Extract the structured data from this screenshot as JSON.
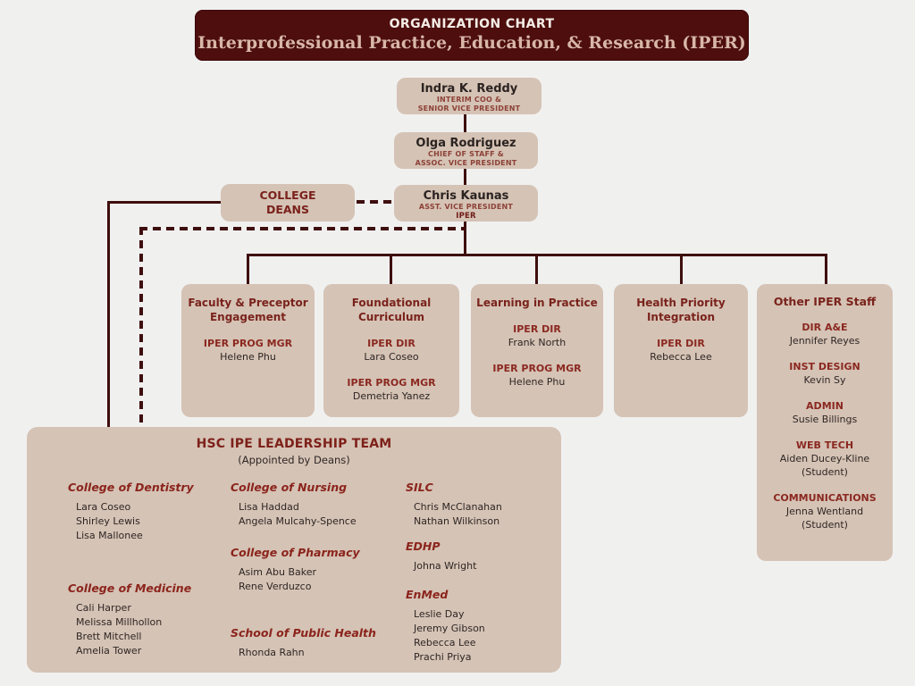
{
  "header": {
    "title": "ORGANIZATION CHART",
    "subtitle": "Interprofessional Practice, Education, & Research (IPER)"
  },
  "top_chain": [
    {
      "name": "Indra K. Reddy",
      "subs": [
        "INTERIM COO &",
        "SENIOR VICE PRESIDENT"
      ]
    },
    {
      "name": "Olga Rodriguez",
      "subs": [
        "CHIEF OF STAFF &",
        "ASSOC. VICE PRESIDENT"
      ]
    },
    {
      "name": "Chris Kaunas",
      "subs": [
        "ASST. VICE PRESIDENT",
        "IPER"
      ]
    }
  ],
  "college_deans": {
    "lines": [
      "COLLEGE",
      "DEANS"
    ]
  },
  "departments": [
    {
      "title": "Faculty & Preceptor Engagement",
      "roles": [
        {
          "role": "IPER PROG MGR",
          "names": [
            "Helene Phu"
          ]
        }
      ]
    },
    {
      "title": "Foundational Curriculum",
      "roles": [
        {
          "role": "IPER DIR",
          "names": [
            "Lara Coseo"
          ]
        },
        {
          "role": "IPER PROG MGR",
          "names": [
            "Demetria Yanez"
          ]
        }
      ]
    },
    {
      "title": "Learning in Practice",
      "roles": [
        {
          "role": "IPER DIR",
          "names": [
            "Frank North"
          ]
        },
        {
          "role": "IPER PROG MGR",
          "names": [
            "Helene Phu"
          ]
        }
      ]
    },
    {
      "title": "Health Priority Integration",
      "roles": [
        {
          "role": "IPER DIR",
          "names": [
            "Rebecca Lee"
          ]
        }
      ]
    }
  ],
  "other_staff": {
    "title": "Other IPER Staff",
    "roles": [
      {
        "role": "DIR A&E",
        "names": [
          "Jennifer Reyes"
        ]
      },
      {
        "role": "INST DESIGN",
        "names": [
          "Kevin Sy"
        ]
      },
      {
        "role": "ADMIN",
        "names": [
          "Susie Billings"
        ]
      },
      {
        "role": "WEB TECH",
        "names": [
          "Aiden Ducey-Kline",
          "(Student)"
        ]
      },
      {
        "role": "COMMUNICATIONS",
        "names": [
          "Jenna Wentland",
          "(Student)"
        ]
      }
    ]
  },
  "leadership_team": {
    "title": "HSC IPE LEADERSHIP TEAM",
    "subtitle": "(Appointed by Deans)",
    "columns": [
      [
        {
          "group": "College of Dentistry",
          "names": [
            "Lara Coseo",
            "Shirley Lewis",
            "Lisa Mallonee"
          ]
        },
        {
          "group": "College of Medicine",
          "names": [
            "Cali Harper",
            "Melissa Millhollon",
            "Brett Mitchell",
            "Amelia Tower"
          ]
        }
      ],
      [
        {
          "group": "College of Nursing",
          "names": [
            "Lisa Haddad",
            "Angela Mulcahy-Spence"
          ]
        },
        {
          "group": "College of Pharmacy",
          "names": [
            "Asim Abu Baker",
            "Rene Verduzco"
          ]
        },
        {
          "group": "School of Public Health",
          "names": [
            "Rhonda Rahn"
          ]
        }
      ],
      [
        {
          "group": "SILC",
          "names": [
            "Chris McClanahan",
            "Nathan Wilkinson"
          ]
        },
        {
          "group": "EDHP",
          "names": [
            "Johna Wright"
          ]
        },
        {
          "group": "EnMed",
          "names": [
            "Leslie Day",
            "Jeremy Gibson",
            "Rebecca Lee",
            "Prachi Priya"
          ]
        }
      ]
    ]
  },
  "colors": {
    "page_background": "#f0f0ef",
    "header_background": "#4e0e0e",
    "header_title_text": "#f4ede6",
    "header_subtitle_text": "#d8b7a8",
    "box_background": "#d5c3b5",
    "maroon_text": "#7a231c",
    "dark_text": "#2e2624",
    "connector_line": "#3e0e0e"
  }
}
